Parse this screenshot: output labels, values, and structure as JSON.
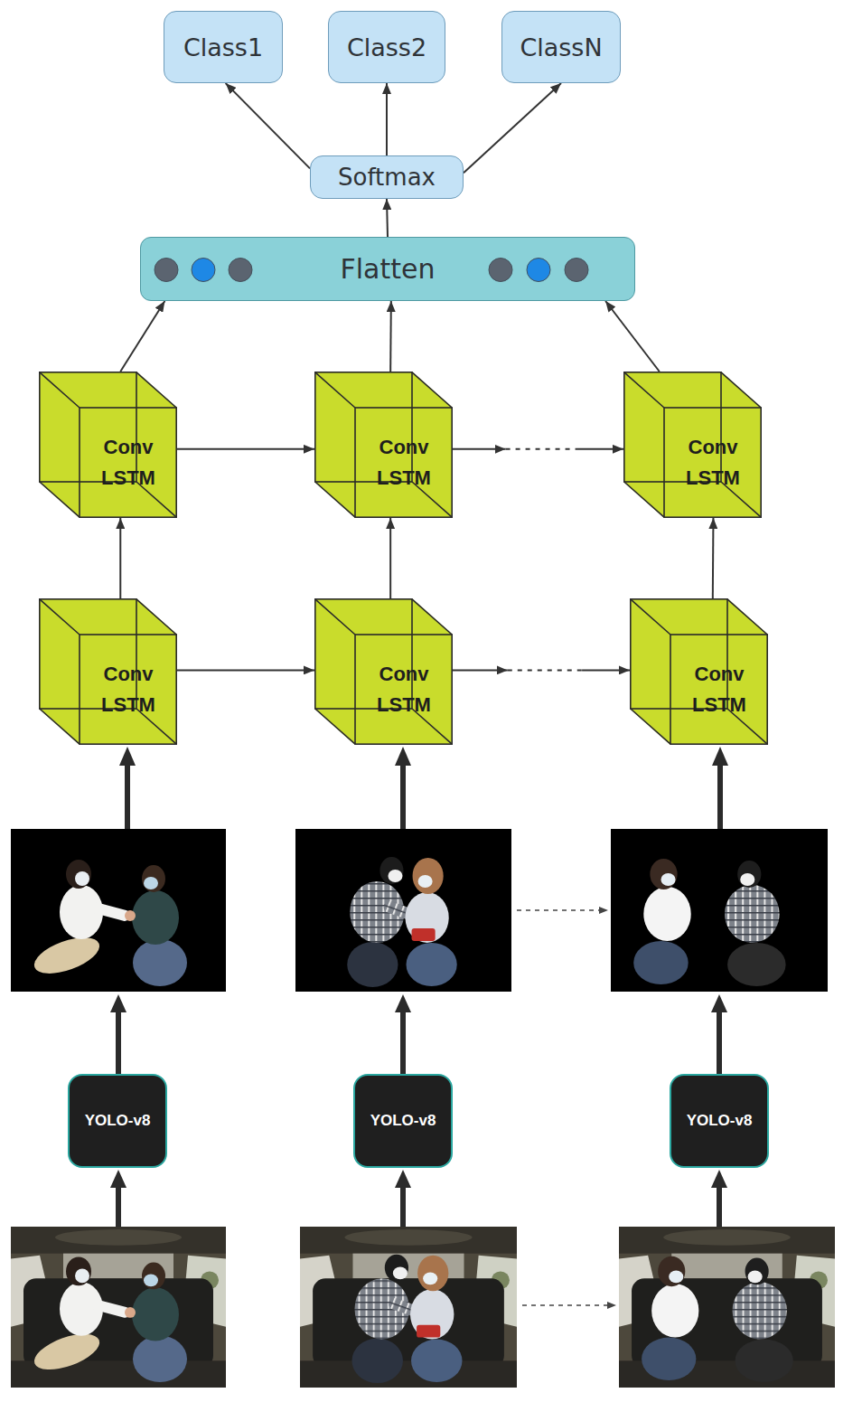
{
  "diagram": {
    "nodes": [
      {
        "text": [
          "Class1"
        ]
      },
      {
        "text": [
          "Class2"
        ]
      },
      {
        "text": [
          "ClassN"
        ]
      },
      {
        "text": [
          "Softmax"
        ]
      },
      {
        "text": [
          "Flatten"
        ]
      },
      {
        "text": [
          "Conv LSTM"
        ]
      },
      {
        "text": [
          "Conv LSTM"
        ]
      },
      {
        "text": [
          "Conv LSTM"
        ]
      },
      {
        "text": [
          "Conv LSTM"
        ]
      },
      {
        "text": [
          "Conv LSTM"
        ]
      },
      {
        "text": [
          "Conv LSTM"
        ]
      },
      {
        "text": [
          "YOLO-v8"
        ]
      },
      {
        "text": [
          "YOLO-v8"
        ]
      },
      {
        "text": [
          "YOLO-v8"
        ]
      }
    ],
    "edges": [
      {
        "from": 3,
        "to": 0,
        "arrow": "to"
      },
      {
        "from": 3,
        "to": 1,
        "arrow": "to"
      },
      {
        "from": 3,
        "to": 2,
        "arrow": "to"
      },
      {
        "from": 4,
        "to": 3,
        "arrow": "to"
      },
      {
        "from": 5,
        "to": 4,
        "arrow": "to"
      },
      {
        "from": 6,
        "to": 4,
        "arrow": "to"
      },
      {
        "from": 7,
        "to": 4,
        "arrow": "to"
      },
      {
        "from": 5,
        "to": 6,
        "arrow": "to"
      },
      {
        "from": 6,
        "to": 7,
        "arrow": "to"
      },
      {
        "from": 8,
        "to": 9,
        "arrow": "to"
      },
      {
        "from": 9,
        "to": 10,
        "arrow": "to"
      },
      {
        "from": 8,
        "to": 5,
        "arrow": "to"
      },
      {
        "from": 9,
        "to": 6,
        "arrow": "to"
      },
      {
        "from": 10,
        "to": 7,
        "arrow": "to"
      }
    ]
  }
}
